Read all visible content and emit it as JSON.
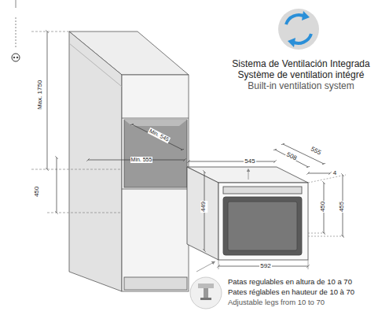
{
  "diagram": {
    "labels": [
      "Sistema de Ventilación Integrada",
      "Système de ventilation intégré",
      "Built-in ventilation system",
      "Max. 1750",
      "450",
      "Min. 545",
      "Min. 555",
      "545",
      "508",
      "555",
      "4",
      "449",
      "450",
      "455",
      "592",
      "Patas regulables en altura de 10 a 70",
      "Pates réglables en hauteur de 10 à 70",
      "Adjustable legs from 10 to 70"
    ]
  }
}
